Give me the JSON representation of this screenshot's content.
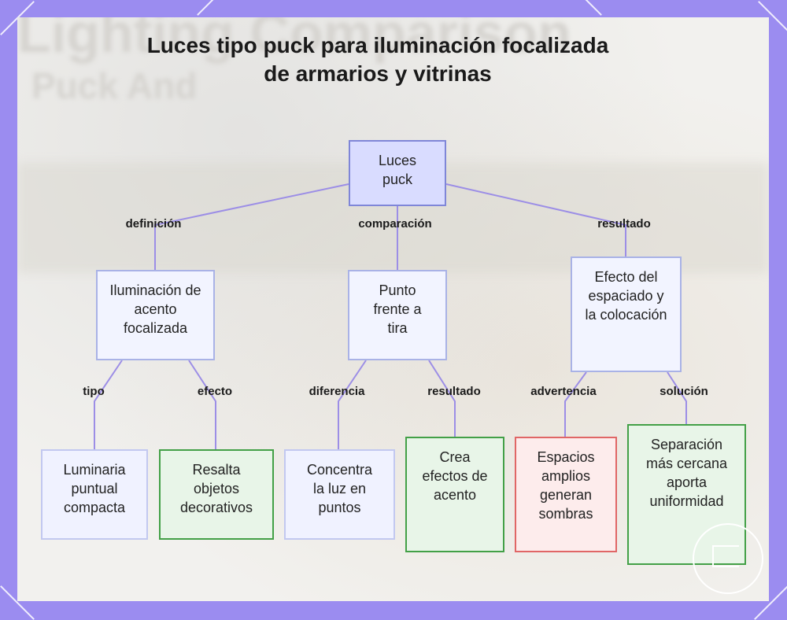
{
  "title": "Luces tipo puck para iluminación focalizada de armarios y vitrinas",
  "background_words": [
    "Lighting Comparison",
    "Puck And"
  ],
  "nodes": {
    "root": "Luces puck",
    "accent": "Iluminación de acento focalizada",
    "compare": "Punto frente a tira",
    "spacing": "Efecto del espaciado y la colocación",
    "compact": "Luminaria puntual compacta",
    "highlight": "Resalta objetos decorativos",
    "concentrate": "Concentra la luz en puntos",
    "effects": "Crea efectos de acento",
    "shadows": "Espacios amplios generan sombras",
    "uniform": "Separación más cercana aporta uniformidad"
  },
  "edges": {
    "definicion": "definición",
    "comparacion": "comparación",
    "resultado_top": "resultado",
    "tipo": "tipo",
    "efecto": "efecto",
    "diferencia": "diferencia",
    "resultado_mid": "resultado",
    "advertencia": "advertencia",
    "solucion": "solución"
  },
  "colors": {
    "frame": "#9b8cf0",
    "edge": "#9c8ee6",
    "green_border": "#43a047",
    "red_border": "#e06666"
  }
}
